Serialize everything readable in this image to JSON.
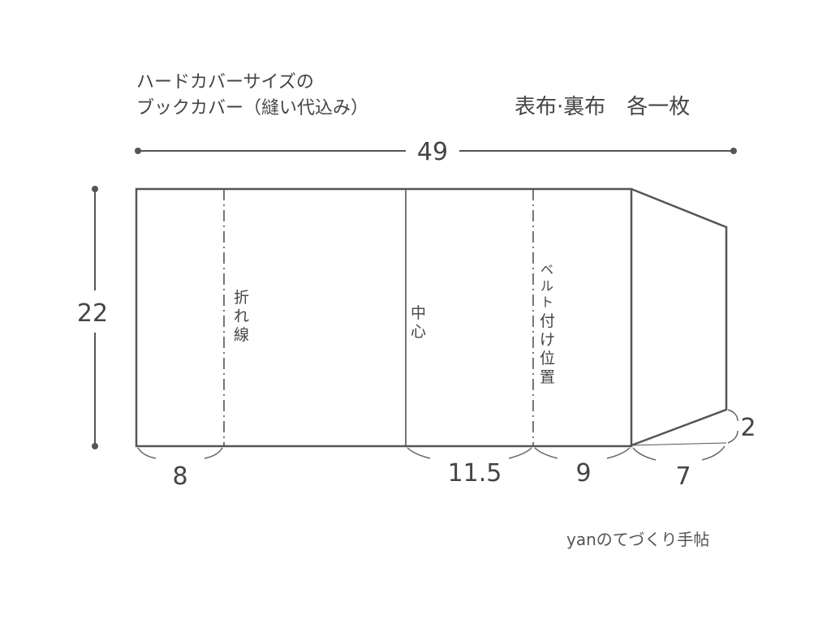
{
  "title": {
    "line1": "ハードカバーサイズの",
    "line2": "ブックカバー（縫い代込み）",
    "fabric": "表布·裏布　各一枚"
  },
  "dimensions": {
    "total_width": "49",
    "height": "22",
    "fold_width": "8",
    "half_width": "11.5",
    "belt_offset": "9",
    "flap_width": "7",
    "flap_gap": "2"
  },
  "guide_labels": {
    "fold": [
      "折",
      "れ",
      "線"
    ],
    "center": [
      "中",
      "心"
    ],
    "belt": [
      "ベ",
      "ル",
      "ト",
      "付",
      "け",
      "位",
      "置"
    ]
  },
  "credit": "yanのてづくり手帖",
  "colors": {
    "line": "#555555",
    "text": "#444444"
  }
}
